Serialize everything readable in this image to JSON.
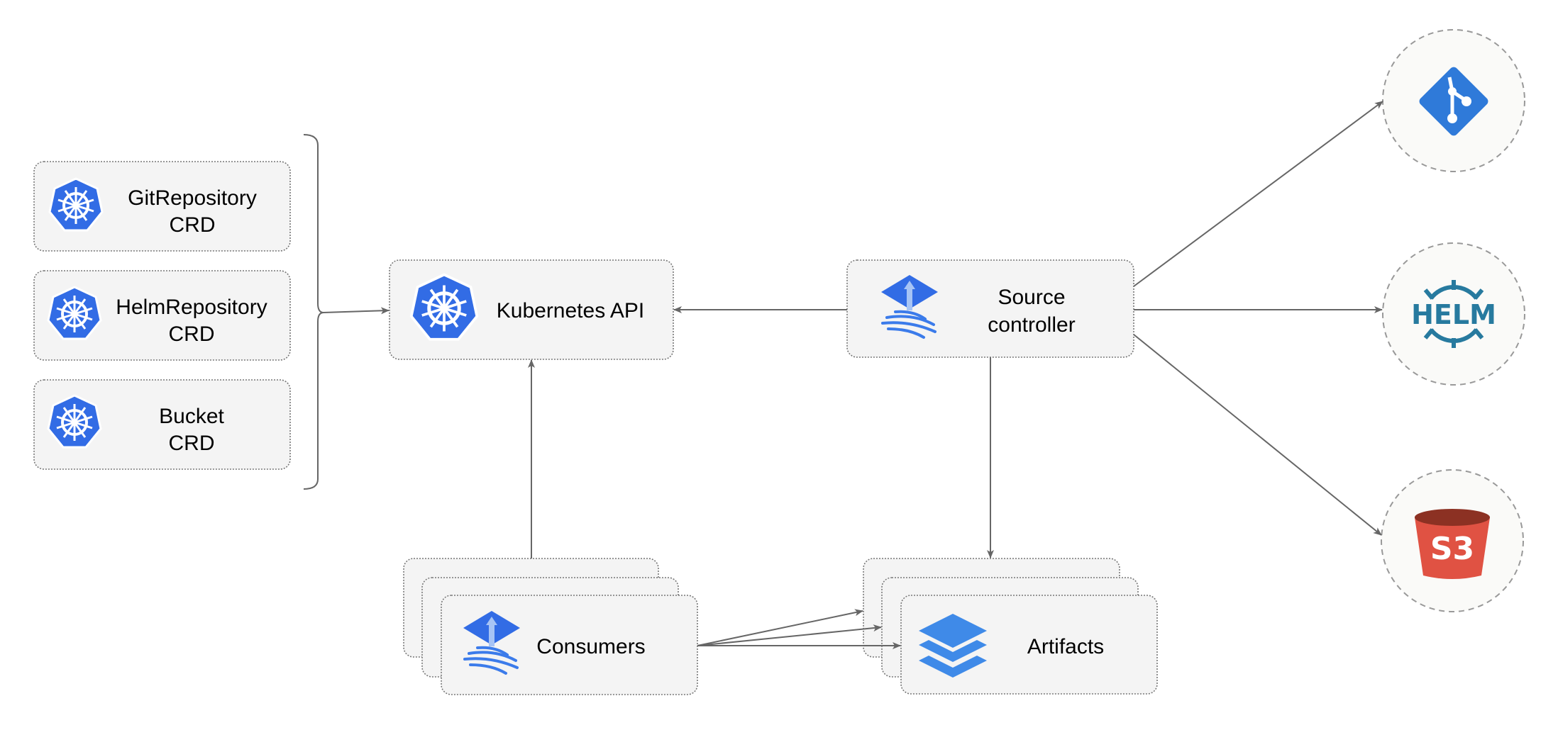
{
  "nodes": {
    "git_repository_crd": {
      "line1": "GitRepository",
      "line2": "CRD",
      "icon": "kubernetes-icon"
    },
    "helm_repository_crd": {
      "line1": "HelmRepository",
      "line2": "CRD",
      "icon": "kubernetes-icon"
    },
    "bucket_crd": {
      "line1": "Bucket",
      "line2": "CRD",
      "icon": "kubernetes-icon"
    },
    "kubernetes_api": {
      "label": "Kubernetes API",
      "icon": "kubernetes-icon"
    },
    "source_controller": {
      "line1": "Source",
      "line2": "controller",
      "icon": "flux-icon"
    },
    "consumers": {
      "label": "Consumers",
      "icon": "flux-icon"
    },
    "artifacts": {
      "label": "Artifacts",
      "icon": "layers-icon"
    },
    "git": {
      "icon": "git-icon"
    },
    "helm": {
      "label": "HELM",
      "icon": "helm-icon"
    },
    "s3": {
      "label": "S3",
      "icon": "s3-bucket-icon"
    }
  },
  "edges": [
    {
      "from": "crds",
      "to": "kubernetes_api"
    },
    {
      "from": "source_controller",
      "to": "kubernetes_api"
    },
    {
      "from": "consumers",
      "to": "kubernetes_api"
    },
    {
      "from": "source_controller",
      "to": "artifacts"
    },
    {
      "from": "source_controller",
      "to": "git"
    },
    {
      "from": "source_controller",
      "to": "helm"
    },
    {
      "from": "source_controller",
      "to": "s3"
    },
    {
      "from": "consumers",
      "to": "artifacts"
    }
  ],
  "colors": {
    "kubernetes_blue": "#326ce5",
    "flux_blue": "#3b7bea",
    "helm_teal": "#277a9f",
    "s3_red": "#e05243",
    "s3_dark": "#8c3123",
    "git_blue": "#2f7ad9"
  }
}
